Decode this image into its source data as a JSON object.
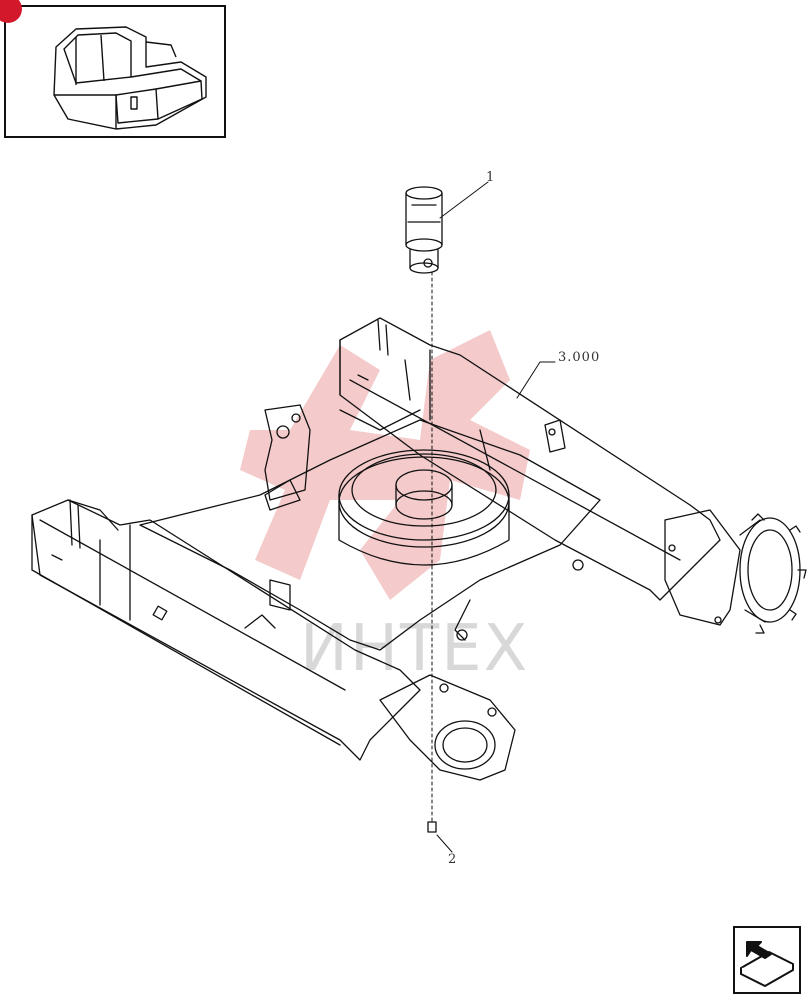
{
  "callouts": {
    "part_1": "1",
    "part_2": "2",
    "ref_3000": "3.000"
  },
  "watermark": {
    "text": "ИНТЕХ",
    "color": "#e8a0a0"
  },
  "colors": {
    "accent_red": "#d3182c",
    "line": "#111111"
  },
  "icons": {
    "nav": "next-page-arrow-icon",
    "thumbnail": "excavator-cab-thumbnail"
  }
}
